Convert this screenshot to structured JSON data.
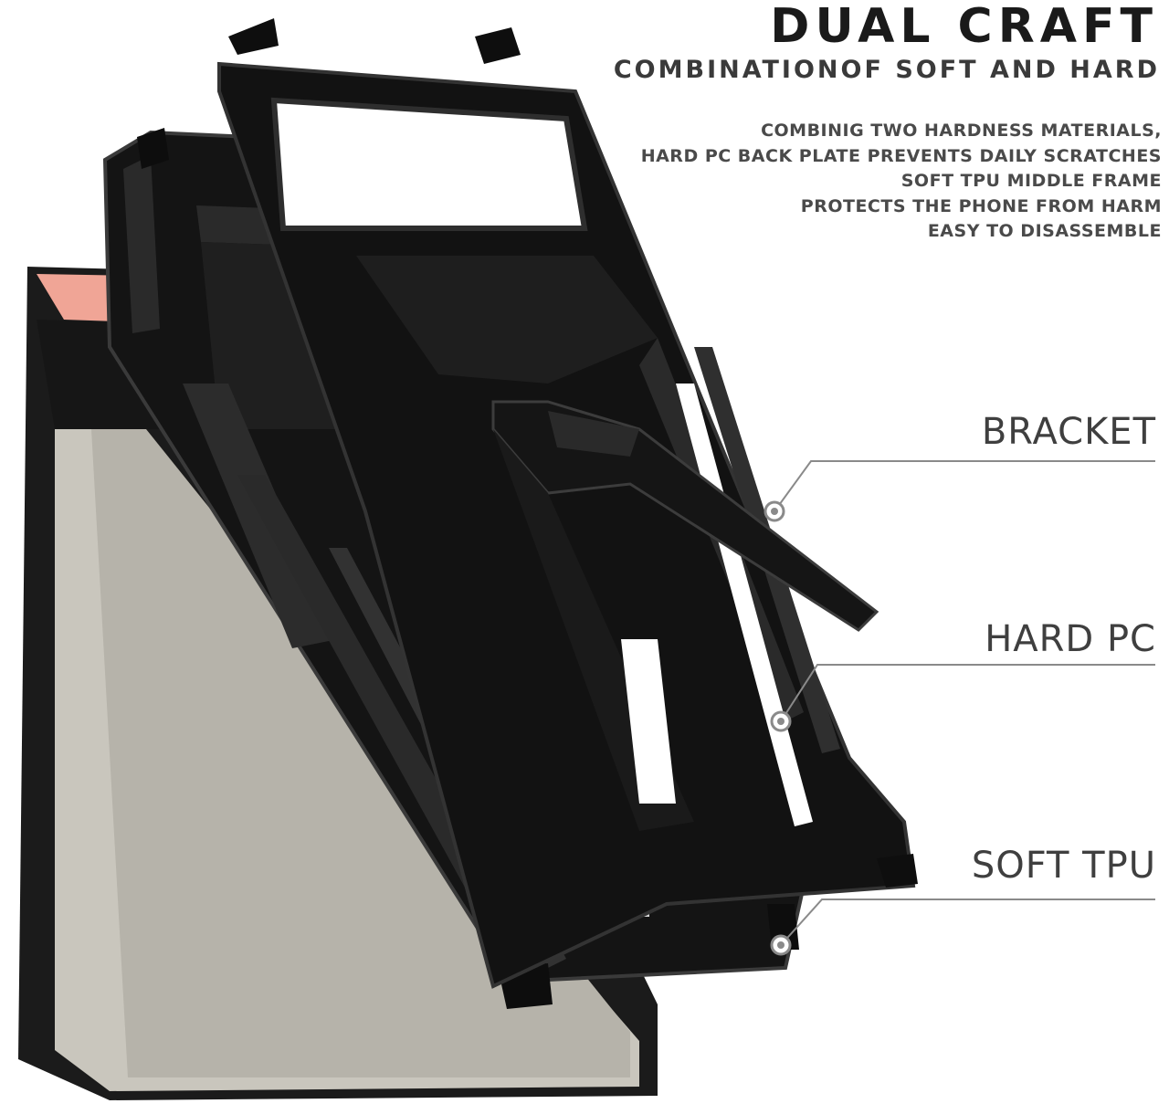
{
  "heading": {
    "title": "DUAL CRAFT",
    "subtitle": "COMBINATIONOF SOFT AND HARD"
  },
  "description": [
    "COMBINIG TWO HARDNESS MATERIALS,",
    "HARD PC BACK PLATE PREVENTS DAILY SCRATCHES",
    "SOFT TPU MIDDLE FRAME",
    "PROTECTS THE PHONE FROM HARM",
    "EASY TO DISASSEMBLE"
  ],
  "callouts": {
    "bracket": "BRACKET",
    "hard_pc": "HARD PC",
    "soft_tpu": "SOFT TPU"
  },
  "colors": {
    "case_black": "#111111",
    "frame_edge": "#3a3a3a",
    "phone_silver": "#c7c4bb",
    "phone_pink": "#f0a596",
    "leader_line": "#8a8a8a"
  }
}
